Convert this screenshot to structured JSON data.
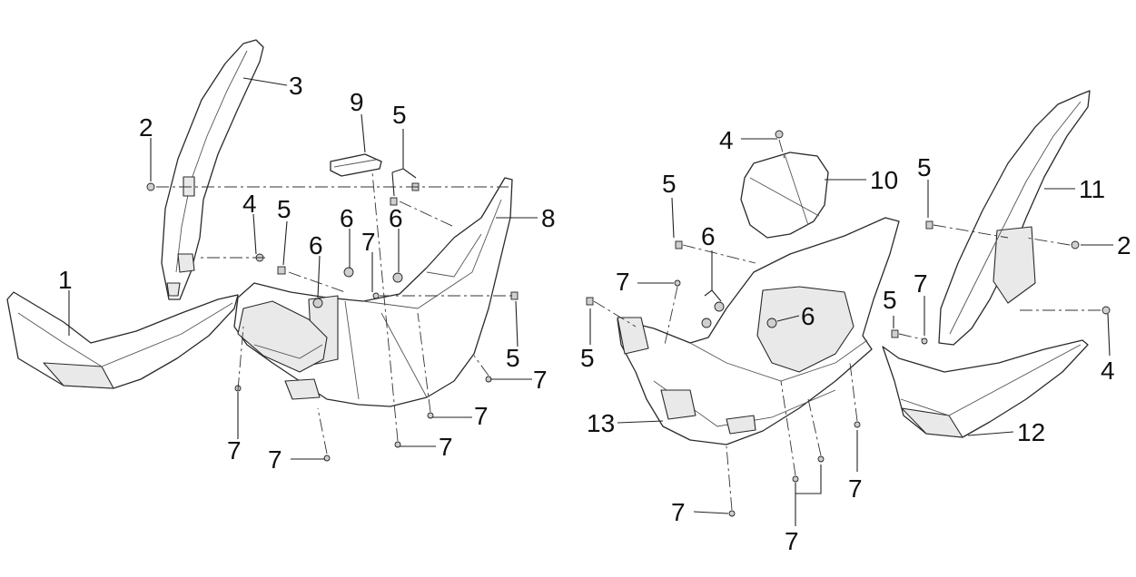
{
  "callouts": [
    {
      "id": "c1",
      "label": "1"
    },
    {
      "id": "c2a",
      "label": "2"
    },
    {
      "id": "c3",
      "label": "3"
    },
    {
      "id": "c4a",
      "label": "4"
    },
    {
      "id": "c5a",
      "label": "5"
    },
    {
      "id": "c5b",
      "label": "5"
    },
    {
      "id": "c5c",
      "label": "5"
    },
    {
      "id": "c6a",
      "label": "6"
    },
    {
      "id": "c6b",
      "label": "6"
    },
    {
      "id": "c6c",
      "label": "6"
    },
    {
      "id": "c7a",
      "label": "7"
    },
    {
      "id": "c7b",
      "label": "7"
    },
    {
      "id": "c7c",
      "label": "7"
    },
    {
      "id": "c7d",
      "label": "7"
    },
    {
      "id": "c7e",
      "label": "7"
    },
    {
      "id": "c7f",
      "label": "7"
    },
    {
      "id": "c8",
      "label": "8"
    },
    {
      "id": "c9",
      "label": "9"
    },
    {
      "id": "c4b",
      "label": "4"
    },
    {
      "id": "c5d",
      "label": "5"
    },
    {
      "id": "c5e",
      "label": "5"
    },
    {
      "id": "c5f",
      "label": "5"
    },
    {
      "id": "c5g",
      "label": "5"
    },
    {
      "id": "c6d",
      "label": "6"
    },
    {
      "id": "c6e",
      "label": "6"
    },
    {
      "id": "c7g",
      "label": "7"
    },
    {
      "id": "c7h",
      "label": "7"
    },
    {
      "id": "c7i",
      "label": "7"
    },
    {
      "id": "c7j",
      "label": "7"
    },
    {
      "id": "c7k",
      "label": "7"
    },
    {
      "id": "c10",
      "label": "10"
    },
    {
      "id": "c11",
      "label": "11"
    },
    {
      "id": "c2b",
      "label": "2"
    },
    {
      "id": "c4c",
      "label": "4"
    },
    {
      "id": "c12",
      "label": "12"
    },
    {
      "id": "c13",
      "label": "13"
    }
  ],
  "colors": {
    "line": "#2a2a2a",
    "shade": "#e9e9e9",
    "background": "#ffffff"
  }
}
